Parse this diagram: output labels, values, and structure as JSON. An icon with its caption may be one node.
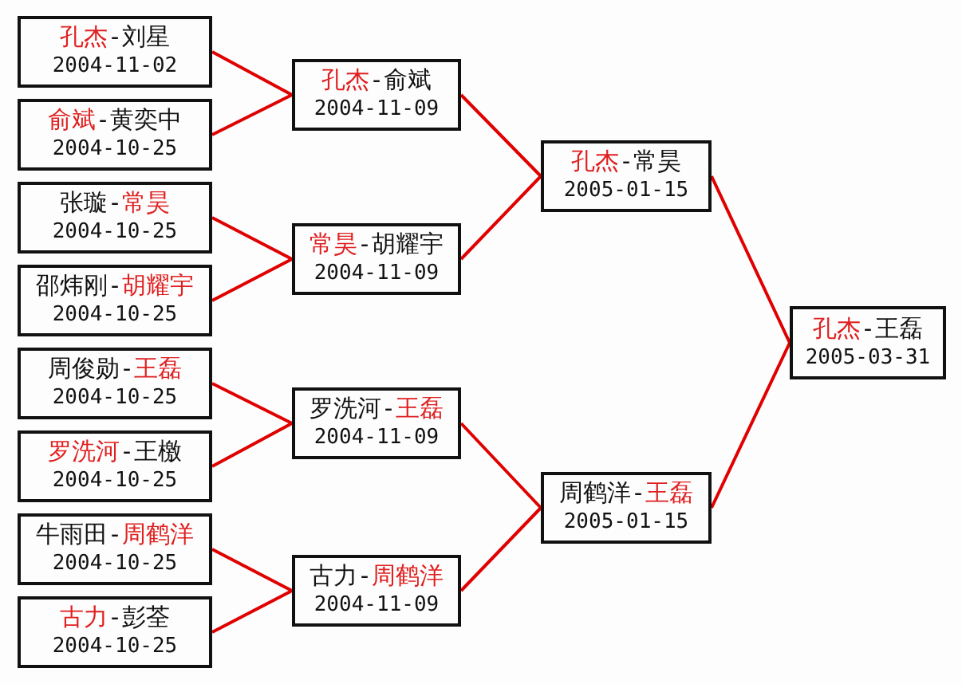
{
  "diagram": {
    "nodes": [
      {
        "text": [
          "**孔杰**-刘星",
          "2004-11-02"
        ]
      },
      {
        "text": [
          "**俞斌**-黄奕中",
          "2004-10-25"
        ]
      },
      {
        "text": [
          "张璇-**常昊**",
          "2004-10-25"
        ]
      },
      {
        "text": [
          "邵炜刚-**胡耀宇**",
          "2004-10-25"
        ]
      },
      {
        "text": [
          "周俊勋-**王磊**",
          "2004-10-25"
        ]
      },
      {
        "text": [
          "**罗洗河**-王檄",
          "2004-10-25"
        ]
      },
      {
        "text": [
          "牛雨田-**周鹤洋**",
          "2004-10-25"
        ]
      },
      {
        "text": [
          "**古力**-彭荃",
          "2004-10-25"
        ]
      },
      {
        "text": [
          "**孔杰**-俞斌",
          "2004-11-09"
        ]
      },
      {
        "text": [
          "**常昊**-胡耀宇",
          "2004-11-09"
        ]
      },
      {
        "text": [
          "罗洗河-**王磊**",
          "2004-11-09"
        ]
      },
      {
        "text": [
          "古力-**周鹤洋**",
          "2004-11-09"
        ]
      },
      {
        "text": [
          "**孔杰**-常昊",
          "2005-01-15"
        ]
      },
      {
        "text": [
          "周鹤洋-**王磊**",
          "2005-01-15"
        ]
      },
      {
        "text": [
          "**孔杰**-王磊",
          "2005-03-31"
        ]
      }
    ],
    "edges": [
      {
        "from": 0,
        "to": 8,
        "arrow": "none"
      },
      {
        "from": 1,
        "to": 8,
        "arrow": "none"
      },
      {
        "from": 2,
        "to": 9,
        "arrow": "none"
      },
      {
        "from": 3,
        "to": 9,
        "arrow": "none"
      },
      {
        "from": 4,
        "to": 10,
        "arrow": "none"
      },
      {
        "from": 5,
        "to": 10,
        "arrow": "none"
      },
      {
        "from": 6,
        "to": 11,
        "arrow": "none"
      },
      {
        "from": 7,
        "to": 11,
        "arrow": "none"
      },
      {
        "from": 8,
        "to": 12,
        "arrow": "none"
      },
      {
        "from": 9,
        "to": 12,
        "arrow": "none"
      },
      {
        "from": 10,
        "to": 13,
        "arrow": "none"
      },
      {
        "from": 11,
        "to": 13,
        "arrow": "none"
      },
      {
        "from": 12,
        "to": 14,
        "arrow": "none"
      },
      {
        "from": 13,
        "to": 14,
        "arrow": "none"
      }
    ]
  }
}
